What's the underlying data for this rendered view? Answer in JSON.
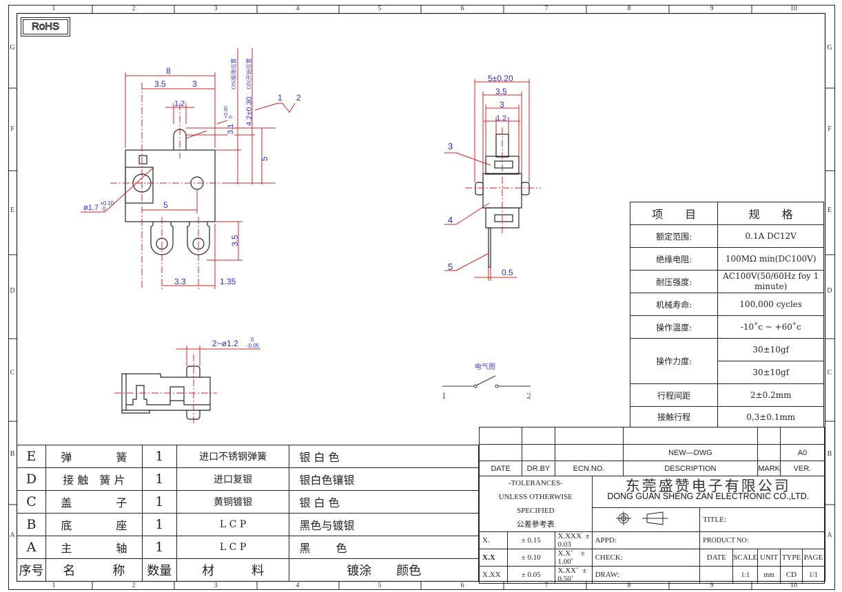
{
  "frame": {
    "columns": [
      "1",
      "2",
      "3",
      "4",
      "5",
      "6",
      "7",
      "8",
      "9",
      "10"
    ],
    "rows": [
      "G",
      "F",
      "E",
      "D",
      "C",
      "B",
      "A"
    ],
    "rohs_label": "RoHS"
  },
  "front_view": {
    "dims": {
      "overall_width": "8",
      "left_offset": "3.5",
      "right_offset": "3",
      "actuator_width": "1.2",
      "on_limit": "3.1",
      "on_limit_tol_upper": "+0.30",
      "on_limit_tol_lower": "0",
      "on_start": "4.2±0.30",
      "on_limit_label": "ON极限位置",
      "on_start_label": "ON开始位置",
      "height_to_center": "5",
      "hole_diameter": "ø1.7",
      "hole_tol_upper": "+0.10",
      "hole_tol_lower": "0",
      "hole_spacing": "5",
      "terminal_length": "3.5",
      "terminal_pitch": "3.3",
      "terminal_offset": "1.35"
    },
    "position_callouts": [
      "1",
      "2"
    ]
  },
  "side_view": {
    "dims": {
      "total_width": "5±0.20",
      "body_width": "3.5",
      "inner_width": "3",
      "actuator_width": "1.2",
      "pin_thickness": "0.5"
    },
    "callouts": [
      "3",
      "4",
      "5"
    ]
  },
  "bottom_view": {
    "pin_dim": "2−ø1.2",
    "pin_tol_upper": "0",
    "pin_tol_lower": "-0.05"
  },
  "electrical_diagram": {
    "title": "电气图",
    "terminals": [
      "1",
      "2"
    ]
  },
  "spec_table": {
    "header": {
      "item": "项　　目",
      "spec": "规　　格"
    },
    "rows": [
      {
        "item": "额定范围:",
        "spec": "0.1A DC12V"
      },
      {
        "item": "绝缘电阻:",
        "spec": "100MΩ min(DC100V)"
      },
      {
        "item": "耐压强度:",
        "spec": "AC100V(50/60Hz foy 1 minute)"
      },
      {
        "item": "机械寿命:",
        "spec": "100,000 cycles"
      },
      {
        "item": "操作温度:",
        "spec": "-10˚c ~ +60˚c"
      },
      {
        "item": "操作力度:",
        "spec": "30±10gf",
        "spec2": "30±10gf"
      },
      {
        "item": "行程间距",
        "spec": "2±0.2mm"
      },
      {
        "item": "接触行程",
        "spec": "0,3±0.1mm"
      }
    ]
  },
  "bom": {
    "headers": [
      "序号",
      "名　　　称",
      "数量",
      "材　　　料",
      "镀涂　　颜色"
    ],
    "rows": [
      {
        "no": "E",
        "name": "弹　　　　簧",
        "qty": "1",
        "material": "进口不锈钢弹簧",
        "finish": "银 白 色"
      },
      {
        "no": "D",
        "name": "接 触　簧 片",
        "qty": "1",
        "material": "进口复银",
        "finish": "银白色镶银"
      },
      {
        "no": "C",
        "name": "盖　　　　子",
        "qty": "1",
        "material": "黄铜镀银",
        "finish": "银 白 色"
      },
      {
        "no": "B",
        "name": "底　　　　座",
        "qty": "1",
        "material": "L C P",
        "finish": "黑色与镀银"
      },
      {
        "no": "A",
        "name": "主　　　　轴",
        "qty": "1",
        "material": "L C P",
        "finish": "黑　　 色"
      }
    ]
  },
  "title_block": {
    "revision": {
      "description": "NEW—DWG",
      "version": "A0"
    },
    "rev_headers": [
      "DATE",
      "DR.BY",
      "ECN.NO.",
      "DESCRIPTION",
      "MARK",
      "VER."
    ],
    "tolerances_title": "-TOLERANCES-",
    "tolerances_sub": "UNLESS OTHERWISE SPECIFIED",
    "tolerances_cn": "公差參考表",
    "company_cn": "东莞盛赞电子有限公司",
    "company_en": "DONG GUAN SHENG ZAN ELECTRONIC CO.,LTD.",
    "title_label": "TITLE:",
    "tolerance_rows": [
      {
        "f1": "X.",
        "t1": "± 0.15",
        "f2": "X.XXX",
        "t2": "± 0.03",
        "label": "APPD:"
      },
      {
        "f1": "X.X",
        "t1": "± 0.10",
        "f2": "X.X˚",
        "t2": "± 1.00˚",
        "label": "CHECK:"
      },
      {
        "f1": "X.XX",
        "t1": "± 0.05",
        "f2": "X.XX˚",
        "t2": "± 0.50˚",
        "label": "DRAW:"
      }
    ],
    "product_no_label": "PRODUCT NO:",
    "info_headers": [
      "DATE",
      "SCALE",
      "UNIT",
      "TYPE",
      "PAGE"
    ],
    "info_values": {
      "date": "",
      "scale": "1:1",
      "unit": "mm",
      "type": "CD",
      "page": "1/1"
    }
  }
}
